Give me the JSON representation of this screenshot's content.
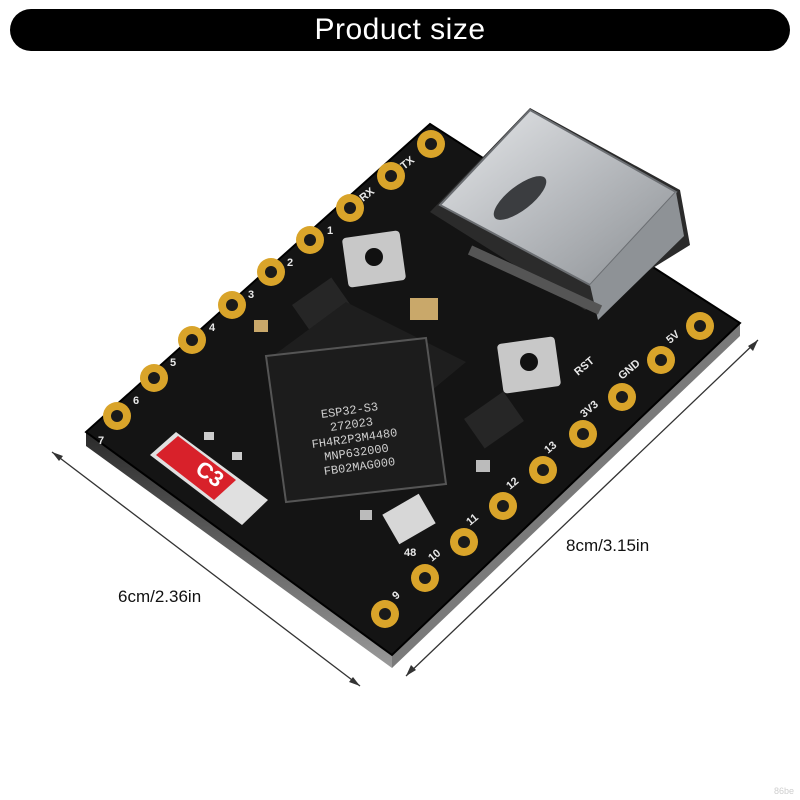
{
  "header": {
    "title": "Product size"
  },
  "dimensions": {
    "width_label": "6cm/2.36in",
    "length_label": "8cm/3.15in"
  },
  "board": {
    "chip_lines": [
      "ESP32-S3",
      "272023",
      "FH4R2P3M4480",
      "MNP632000",
      "FB02MAG000"
    ],
    "module_label": "C3",
    "left_pins": [
      "TX",
      "RX",
      "1",
      "2",
      "3",
      "4",
      "5",
      "6",
      "7"
    ],
    "right_pins": [
      "5V",
      "GND",
      "3V3",
      "13",
      "12",
      "11",
      "10",
      "9"
    ],
    "misc_labels": [
      "48",
      "RST"
    ]
  },
  "watermark": "86be",
  "colors": {
    "pcb": "#141414",
    "gold": "#d9a42a",
    "usb": "#b9bcc0",
    "module_red": "#d8212a"
  }
}
